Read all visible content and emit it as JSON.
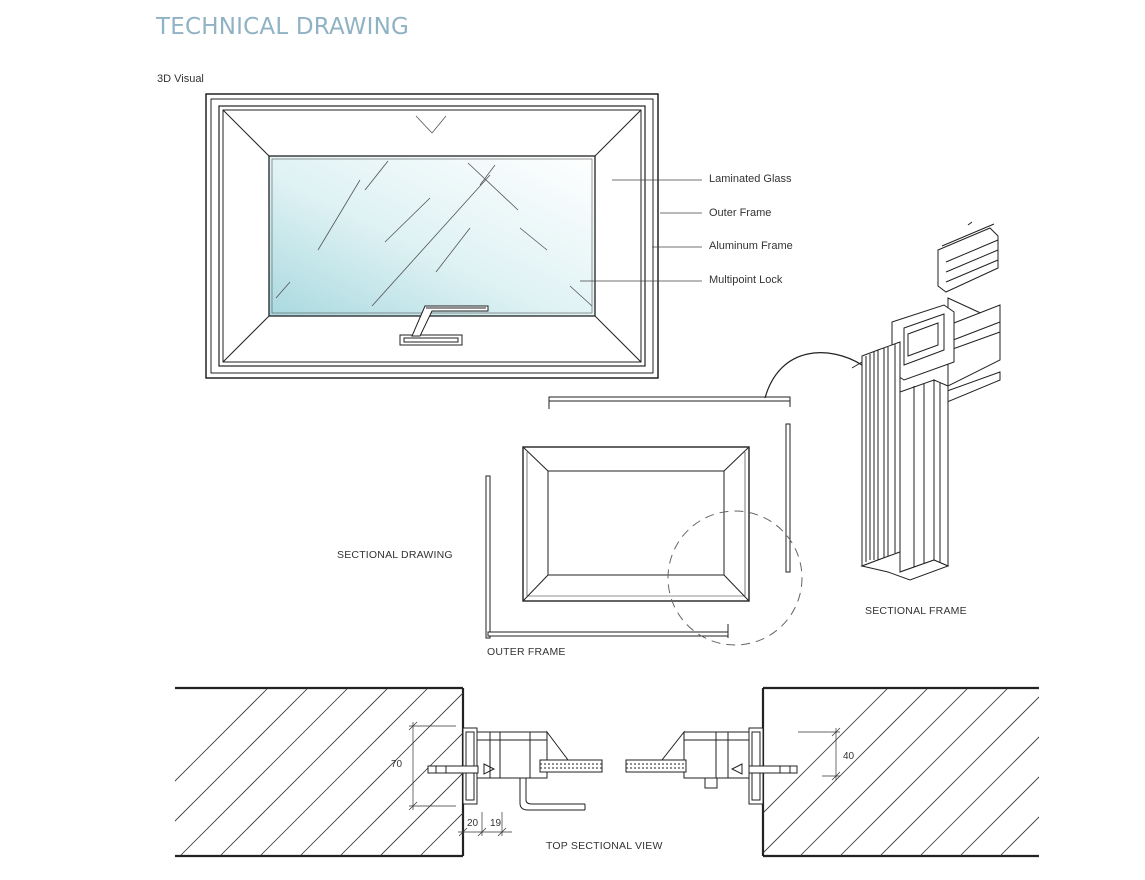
{
  "title": "TECHNICAL DRAWING",
  "section_3d": "3D Visual",
  "callouts": [
    "Laminated Glass",
    "Outer Frame",
    "Aluminum Frame",
    "Multipoint Lock"
  ],
  "labels": {
    "sectional_drawing": "SECTIONAL DRAWING",
    "outer_frame": "OUTER FRAME",
    "sectional_frame": "SECTIONAL FRAME",
    "top_sectional_view": "TOP SECTIONAL VIEW"
  },
  "dimensions": {
    "height_left": "70",
    "height_right": "40",
    "width_a": "20",
    "width_b": "19"
  },
  "colors": {
    "title": "#8fb2c4",
    "glass_light": "#ffffff",
    "glass_tint": "#bfe3e8"
  }
}
